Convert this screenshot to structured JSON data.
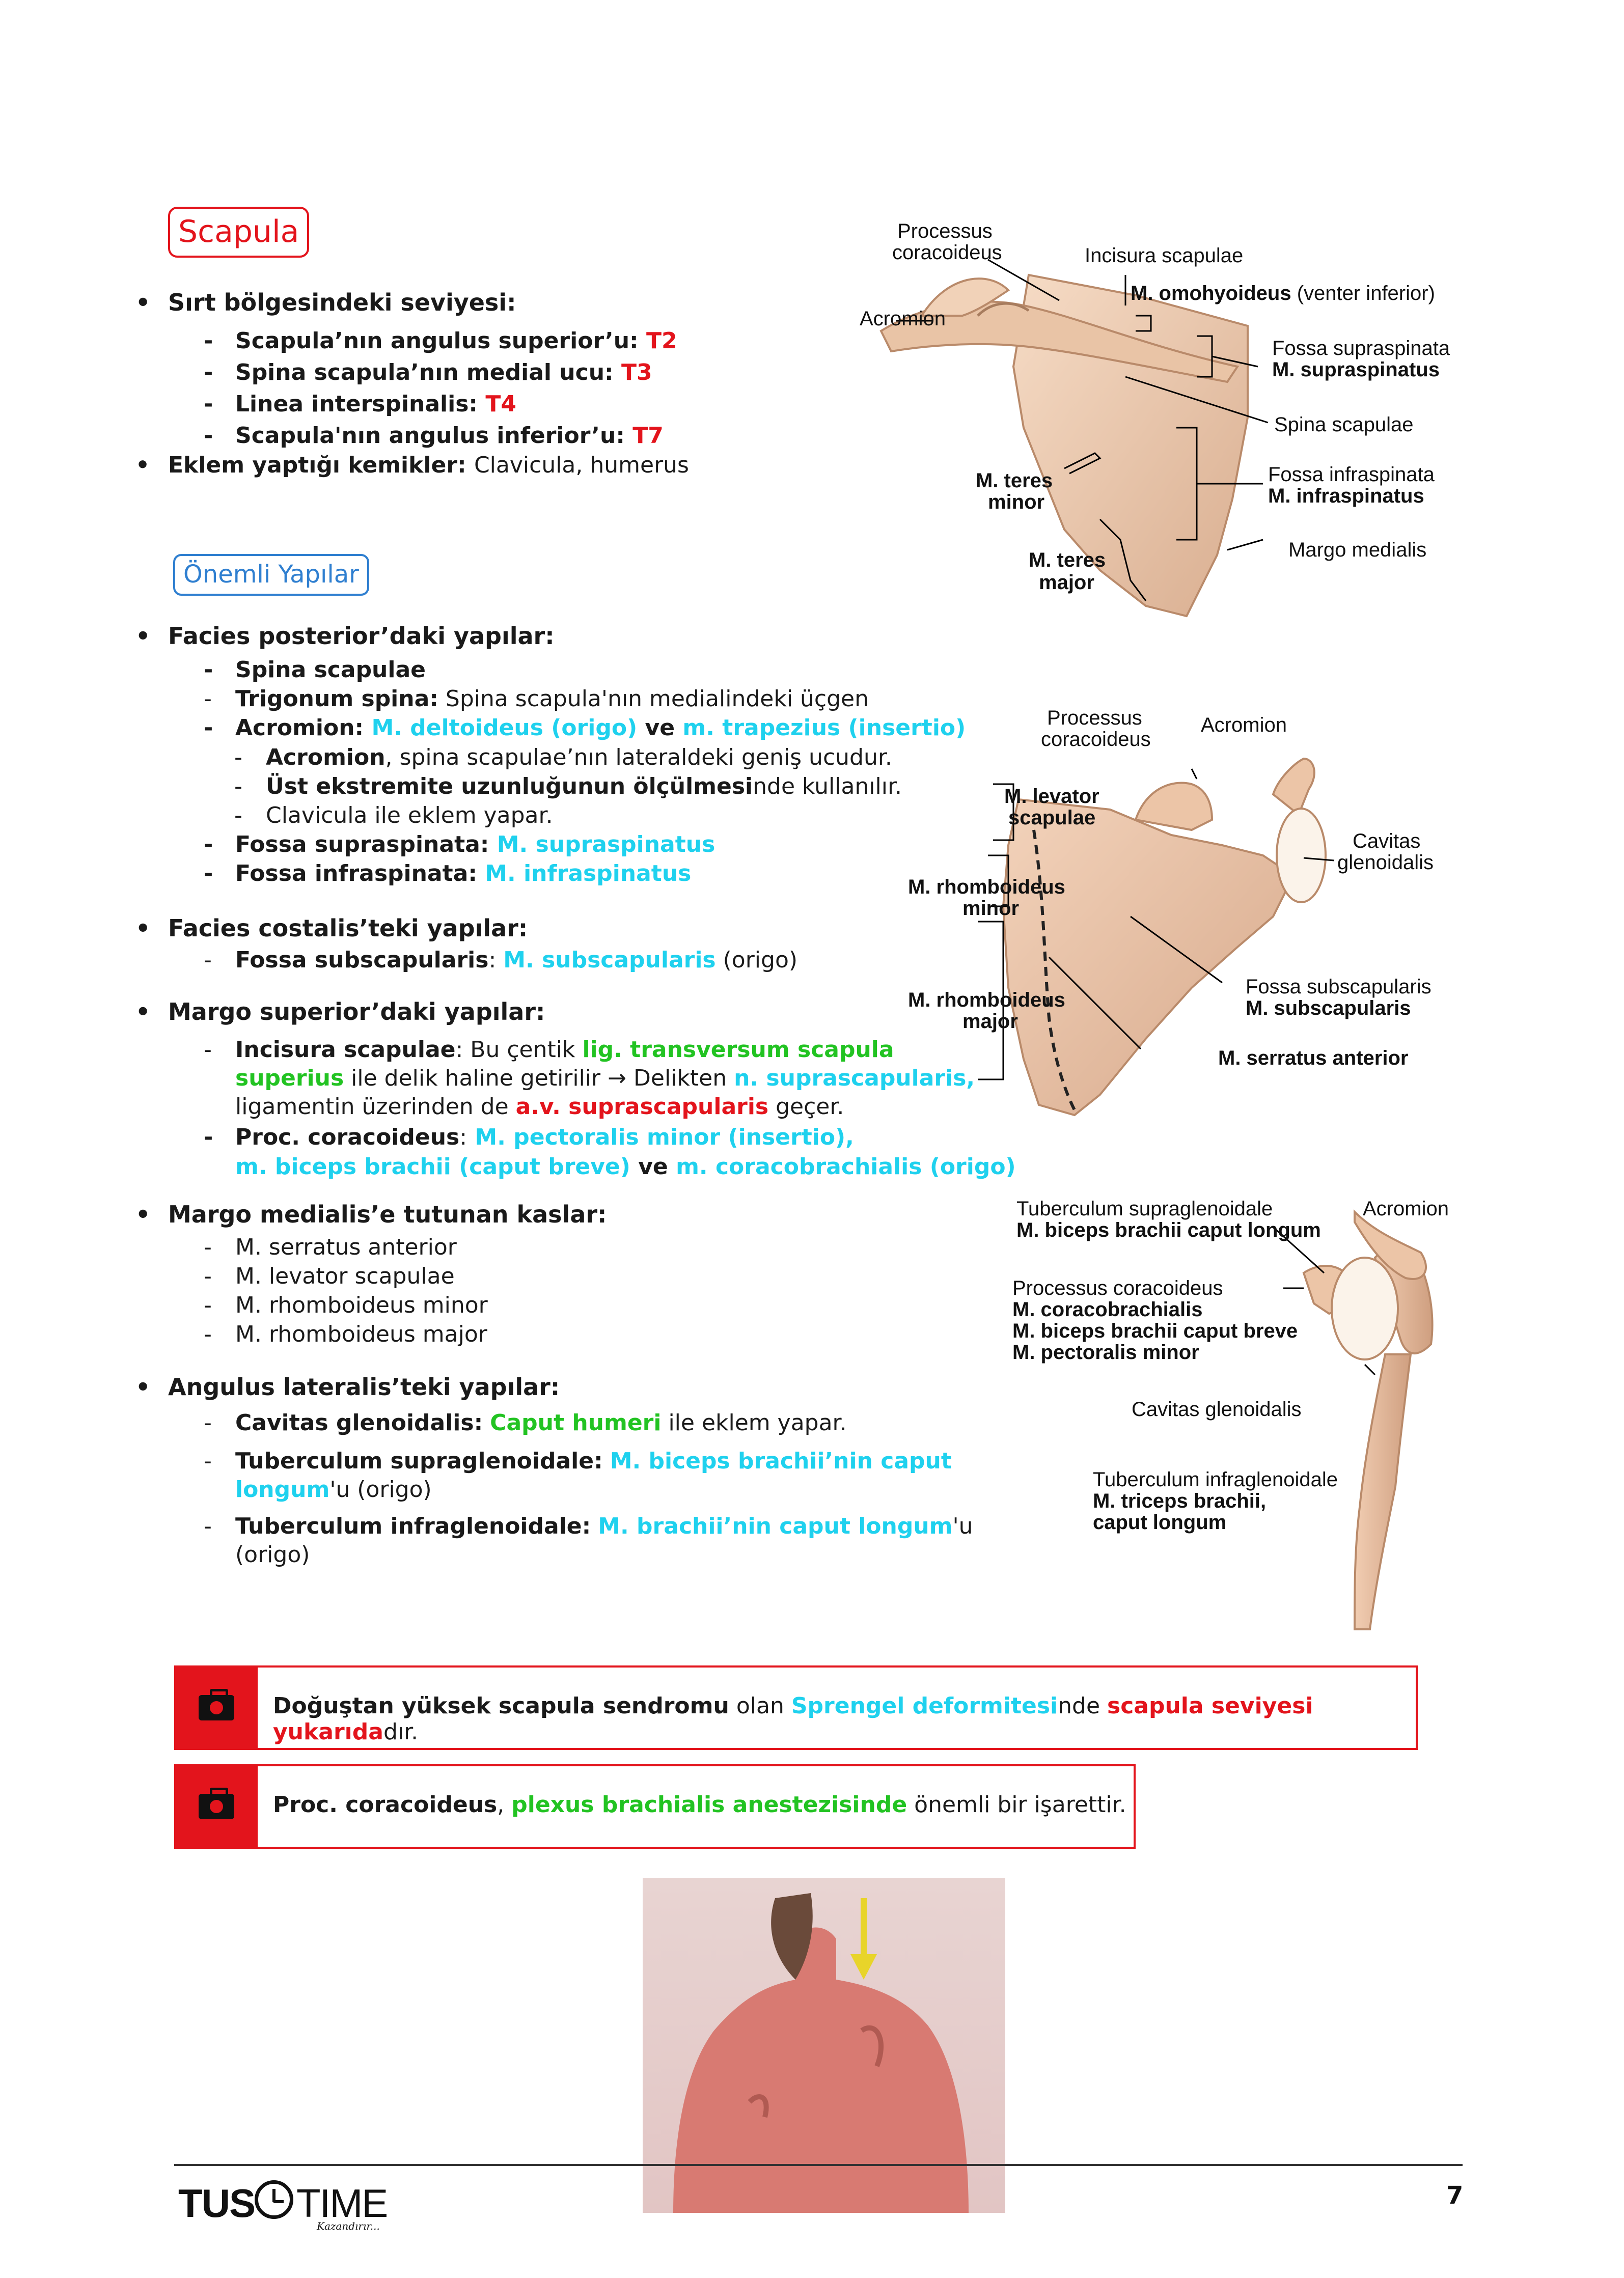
{
  "scapula_title": "Scapula",
  "onemli_title": "Önemli Yapılar",
  "sirt": {
    "heading": "Sırt bölgesindeki seviyesi:",
    "items": [
      {
        "label": "Scapula’nın angulus superior’u:",
        "value": "T2"
      },
      {
        "label": "Spina scapula’nın medial ucu:",
        "value": "T3"
      },
      {
        "label": "Linea interspinalis:",
        "value": "T4"
      },
      {
        "label": "Scapula'nın angulus inferior’u:",
        "value": "T7"
      }
    ],
    "eklem_label": "Eklem yaptığı kemikler:",
    "eklem_value": "Clavicula, humerus"
  },
  "posterior": {
    "heading": "Facies posterior’daki yapılar:",
    "spina": "Spina scapulae",
    "trigonum_label": "Trigonum spina:",
    "trigonum_value": "Spina scapula'nın medialindeki üçgen",
    "acromion_label": "Acromion",
    "acromion_colon": ":",
    "acromion_m1": "M. deltoideus (origo)",
    "acromion_ve": "ve",
    "acromion_m2": "m. trapezius (insertio)",
    "acro_sub1_b": "Acromion",
    "acro_sub1_t": ", spina scapulae’nın lateraldeki geniş ucudur.",
    "acro_sub2_b": "Üst ekstremite uzunluğunun ölçülmesi",
    "acro_sub2_t": "nde kullanılır.",
    "acro_sub3": "Clavicula ile eklem yapar.",
    "supra_label": "Fossa supraspinata:",
    "supra_value": "M. supraspinatus",
    "infra_label": "Fossa infraspinata:",
    "infra_value": "M. infraspinatus"
  },
  "costalis": {
    "heading": "Facies costalis’teki yapılar:",
    "sub_label": "Fossa subscapularis",
    "sub_colon": ":",
    "sub_value": "M. subscapularis",
    "sub_tail": "(origo)"
  },
  "superior": {
    "heading": "Margo superior’daki yapılar:",
    "inc_label": "Incisura scapulae",
    "inc_t1": ": Bu çentik",
    "inc_g1": "lig. transversum scapula",
    "inc_g2": "superius",
    "inc_t2": "ile delik haline getirilir → Delikten",
    "inc_c": "n. suprascapularis,",
    "inc_t3": "ligamentin üzerinden de",
    "inc_r": "a.v. suprascapularis",
    "inc_t4": "geçer.",
    "proc_label": "Proc. coracoideus",
    "proc_colon": ":",
    "proc_c1": "M. pectoralis minor (insertio),",
    "proc_c2": "m. biceps brachii (caput breve)",
    "proc_ve": "ve",
    "proc_c3": "m. coracobrachialis (origo)"
  },
  "medialis": {
    "heading": "Margo medialis’e tutunan kaslar:",
    "items": [
      "M. serratus anterior",
      "M. levator scapulae",
      "M. rhomboideus minor",
      "M. rhomboideus major"
    ]
  },
  "lateralis": {
    "heading": "Angulus lateralis’teki yapılar:",
    "cav_label": "Cavitas glenoidalis:",
    "cav_g": "Caput humeri",
    "cav_t": "ile eklem yapar.",
    "supg_label": "Tuberculum supraglenoidale:",
    "supg_c1": "M. biceps brachii’nin caput",
    "supg_c2": "longum",
    "supg_t": "'u (origo)",
    "infg_label": "Tuberculum infraglenoidale:",
    "infg_c": "M. brachii’nin caput longum",
    "infg_t1": "'u",
    "infg_t2": "(origo)"
  },
  "fig1": {
    "processus": "Processus",
    "coracoideus": "coracoideus",
    "incisura": "Incisura scapulae",
    "acromion": "Acromion",
    "omohyoideus_b": "M. omohyoideus",
    "omohyoideus_t": "(venter inferior)",
    "fossa_supra": "Fossa supraspinata",
    "m_supra": "M. supraspinatus",
    "spina": "Spina scapulae",
    "fossa_infra": "Fossa infraspinata",
    "m_infra": "M. infraspinatus",
    "teres_minor_1": "M. teres",
    "teres_minor_2": "minor",
    "teres_major_1": "M. teres",
    "teres_major_2": "major",
    "margo_medialis": "Margo medialis"
  },
  "fig2": {
    "processus": "Processus",
    "coracoideus": "coracoideus",
    "acromion": "Acromion",
    "levator_1": "M. levator",
    "levator_2": "scapulae",
    "cavitas_1": "Cavitas",
    "cavitas_2": "glenoidalis",
    "rh_minor_1": "M. rhomboideus",
    "rh_minor_2": "minor",
    "rh_major_1": "M. rhomboideus",
    "rh_major_2": "major",
    "fossa_sub": "Fossa subscapularis",
    "m_sub": "M. subscapularis",
    "serratus": "M. serratus anterior"
  },
  "fig3": {
    "tub_supra": "Tuberculum supraglenoidale",
    "biceps_longum": "M. biceps brachii caput longum",
    "acromion": "Acromion",
    "proc": "Processus coracoideus",
    "coracobrachialis": "M. coracobrachialis",
    "biceps_breve": "M. biceps brachii caput breve",
    "pect_minor": "M. pectoralis minor",
    "cavitas": "Cavitas glenoidalis",
    "tub_infra": "Tuberculum infraglenoidale",
    "triceps_1": "M. triceps brachii,",
    "triceps_2": "caput longum"
  },
  "callout1": {
    "b": "Doğuştan yüksek scapula sendromu",
    "t1": "olan",
    "c": "Sprengel deformitesi",
    "t2": "nde",
    "r": "scapula seviyesi yukarıda",
    "t3": "dır."
  },
  "callout2": {
    "b": "Proc. coracoideus",
    "t1": ",",
    "g": "plexus brachialis anestezisinde",
    "t2": "önemli bir işarettir."
  },
  "footer": {
    "logo_tus": "TUS",
    "logo_time": "TIME",
    "logo_sub": "Kazandırır...",
    "page": "7"
  }
}
